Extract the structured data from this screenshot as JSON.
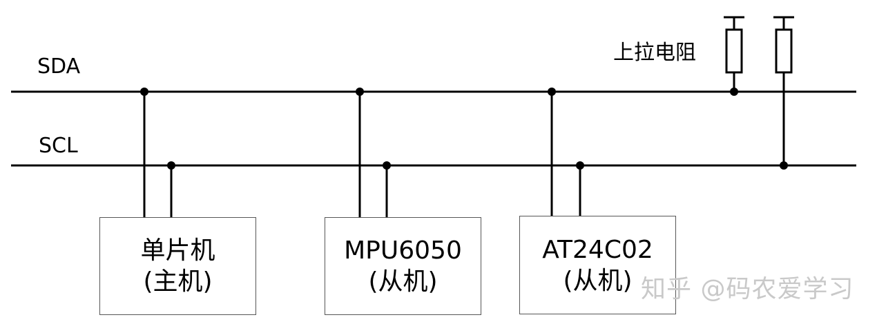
{
  "buses": {
    "sda_label": "SDA",
    "scl_label": "SCL"
  },
  "devices": [
    {
      "name": "单片机",
      "role": "(主机)"
    },
    {
      "name": "MPU6050",
      "role": "(从机)"
    },
    {
      "name": "AT24C02",
      "role": "(从机)"
    }
  ],
  "pullup_label": "上拉电阻",
  "watermark": "知乎 @码农爱学习"
}
